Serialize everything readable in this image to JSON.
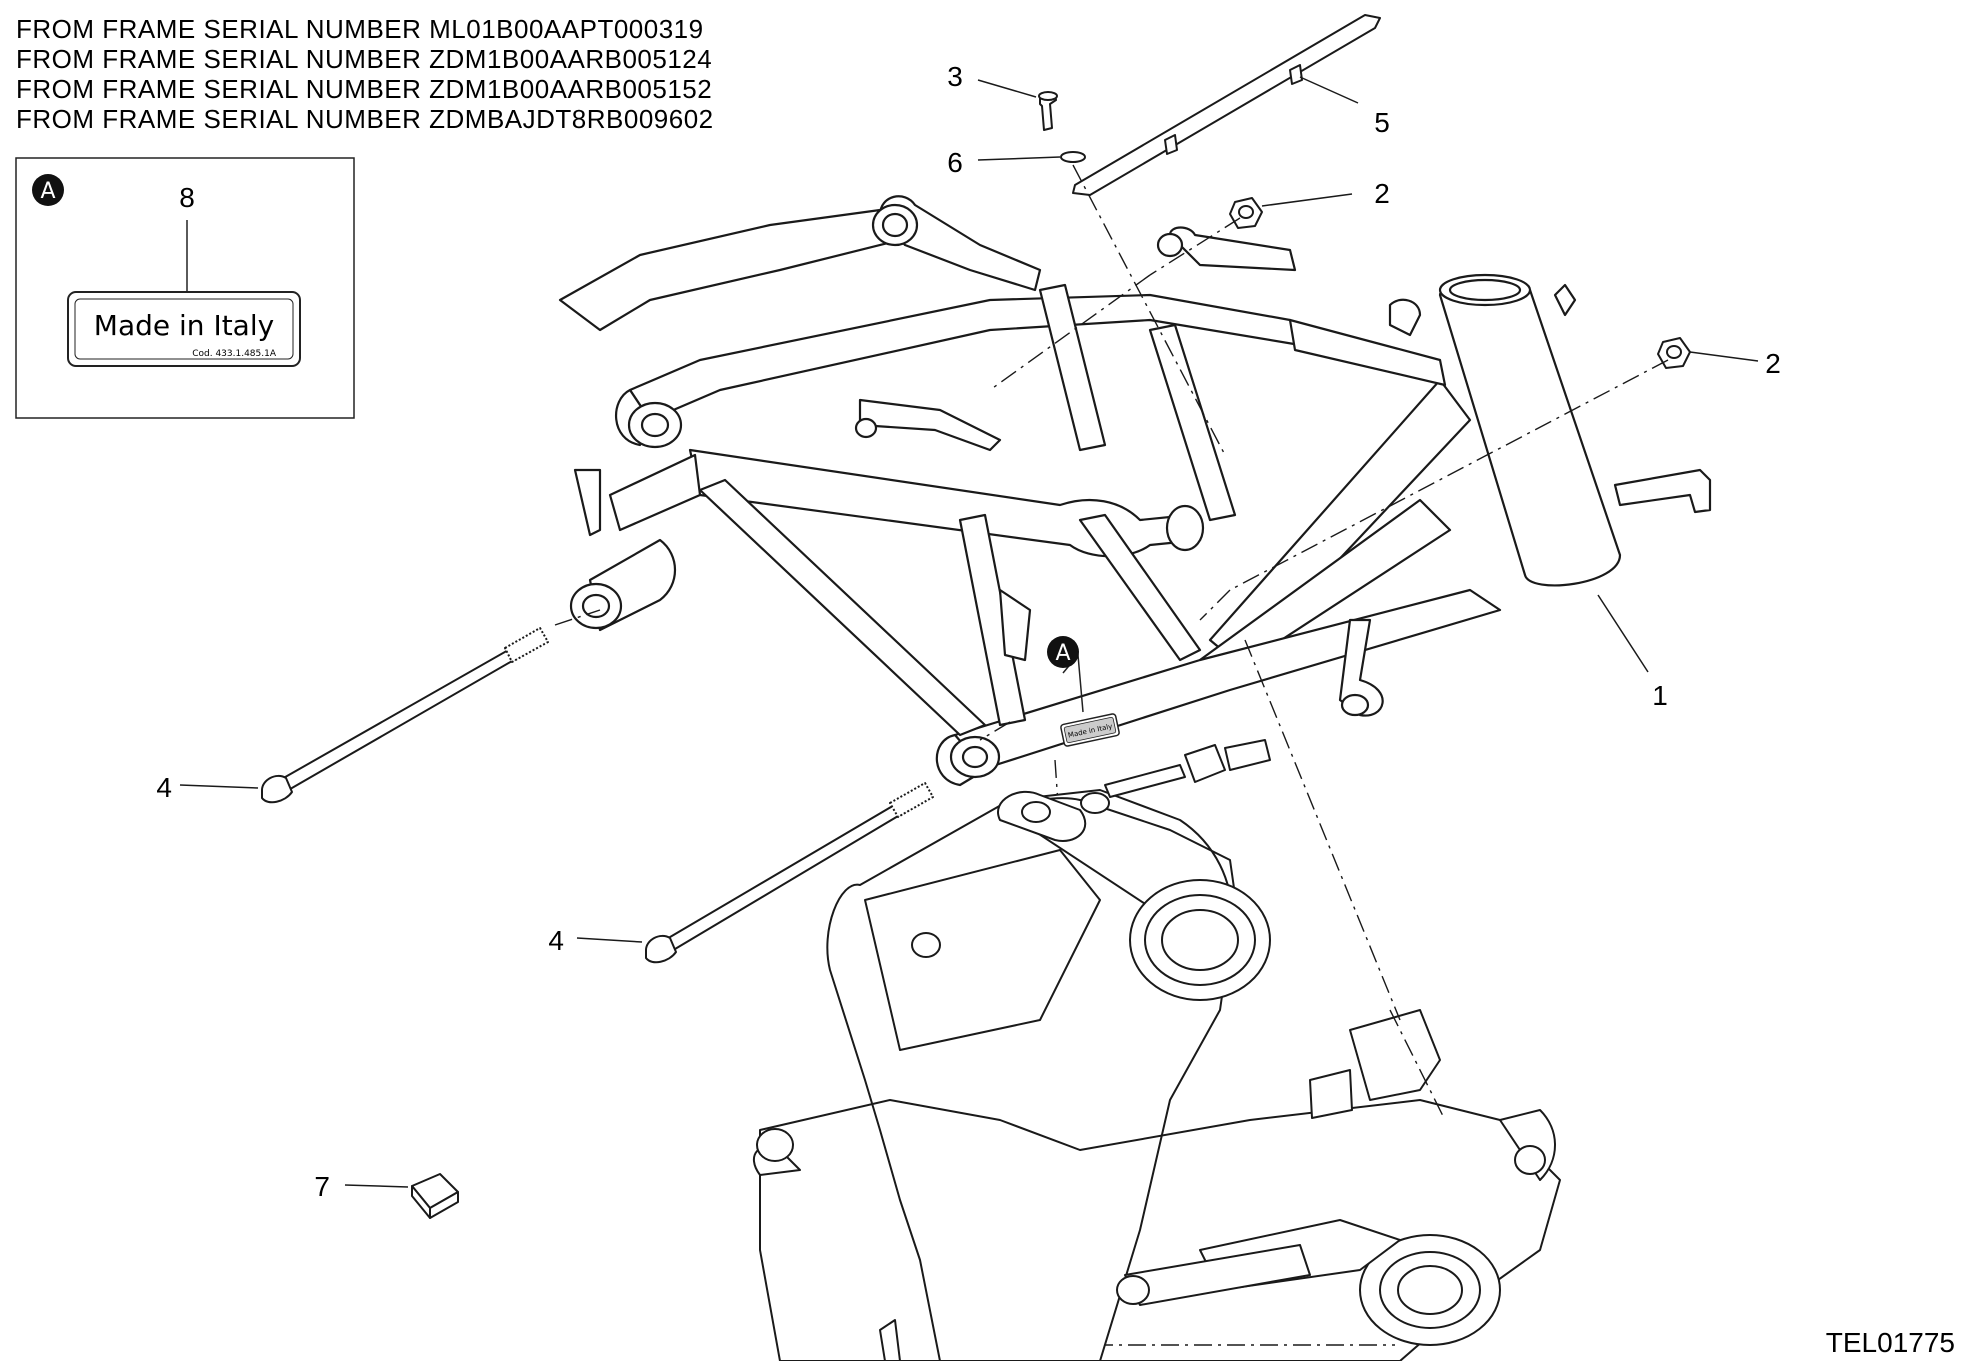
{
  "serial_notes": [
    "FROM FRAME SERIAL NUMBER ML01B00AAPT000319",
    "FROM FRAME SERIAL NUMBER ZDM1B00AARB005124",
    "FROM FRAME SERIAL NUMBER ZDM1B00AARB005152",
    "FROM FRAME SERIAL NUMBER ZDMBAJDT8RB009602"
  ],
  "inset": {
    "marker": "A",
    "part_number": "8",
    "label_text": "Made in Italy",
    "label_code": "Cod. 433.1.485.1A"
  },
  "detail_marker": "A",
  "frame_label_text": "Made in Italy",
  "callouts": {
    "c1": "1",
    "c2a": "2",
    "c2b": "2",
    "c3": "3",
    "c4a": "4",
    "c4b": "4",
    "c5": "5",
    "c6": "6",
    "c7": "7"
  },
  "drawing_code": "TEL01775"
}
